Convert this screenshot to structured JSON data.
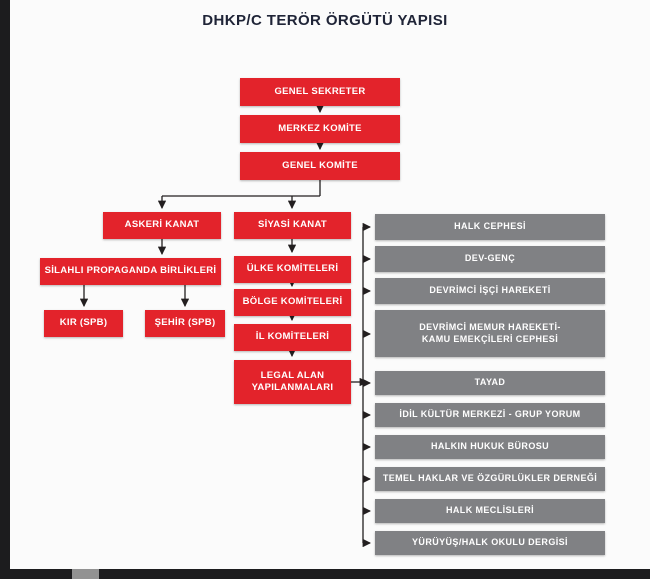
{
  "title": "DHKP/C TERÖR ÖRGÜTÜ YAPISI",
  "colors": {
    "red": "#e3232b",
    "gray": "#808184",
    "line": "#231f20",
    "title_text": "#1f2437",
    "frame": "#1c1c1e"
  },
  "nodes": {
    "genel_sekreter": "GENEL SEKRETER",
    "merkez_komite": "MERKEZ KOMİTE",
    "genel_komite": "GENEL KOMİTE",
    "askeri_kanat": "ASKERİ KANAT",
    "siyasi_kanat": "SİYASİ KANAT",
    "silahli_propaganda": "SİLAHLI PROPAGANDA BİRLİKLERİ",
    "kir_spb": "KIR (SPB)",
    "sehir_spb": "ŞEHİR (SPB)",
    "ulke_komiteleri": "ÜLKE KOMİTELERİ",
    "bolge_komiteleri": "BÖLGE KOMİTELERİ",
    "il_komiteleri": "İL KOMİTELERİ",
    "legal_alan": "LEGAL ALAN YAPILANMALARI"
  },
  "legal_organizations": [
    "HALK CEPHESİ",
    "DEV-GENÇ",
    "DEVRİMCİ İŞÇİ HAREKETİ",
    "DEVRİMCİ MEMUR HAREKETİ- KAMU EMEKÇİLERİ CEPHESİ",
    "TAYAD",
    "İDİL KÜLTÜR MERKEZİ - GRUP YORUM",
    "HALKIN HUKUK BÜROSU",
    "TEMEL HAKLAR VE ÖZGÜRLÜKLER DERNEĞİ",
    "HALK MECLİSLERİ",
    "YÜRÜYÜŞ/HALK OKULU DERGİSİ"
  ]
}
